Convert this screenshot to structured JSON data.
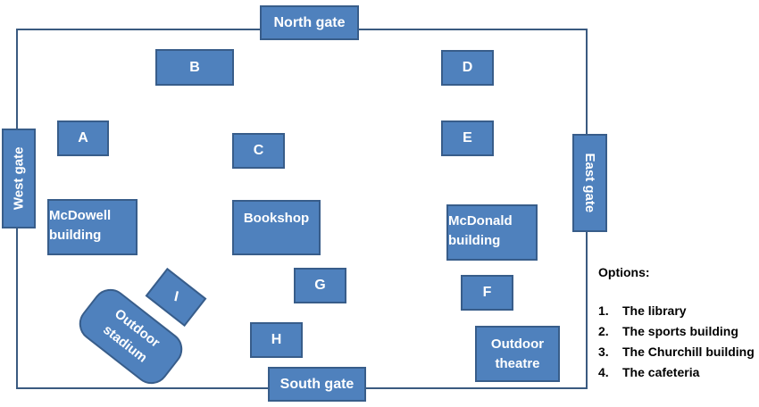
{
  "colors": {
    "box_fill": "#4f81bd",
    "box_border": "#385d8a",
    "outline": "#3a5a80",
    "text": "#ffffff"
  },
  "gates": {
    "north": "North gate",
    "south": "South gate",
    "east": "East gate",
    "west": "West gate"
  },
  "locations": {
    "a": "A",
    "b": "B",
    "c": "C",
    "d": "D",
    "e": "E",
    "f": "F",
    "g": "G",
    "h": "H",
    "i": "I"
  },
  "buildings": {
    "mcdowell": [
      "McDowell",
      "building"
    ],
    "bookshop": "Bookshop",
    "mcdonald": [
      "McDonald",
      "building"
    ],
    "outdoor_stadium": [
      "Outdoor",
      "stadium"
    ],
    "outdoor_theatre": [
      "Outdoor",
      "theatre"
    ]
  },
  "options": {
    "title": "Options:",
    "items": [
      {
        "num": "1.",
        "label": "The library"
      },
      {
        "num": "2.",
        "label": "The sports building"
      },
      {
        "num": "3.",
        "label": "The Churchill building"
      },
      {
        "num": "4.",
        "label": "The cafeteria"
      }
    ]
  }
}
